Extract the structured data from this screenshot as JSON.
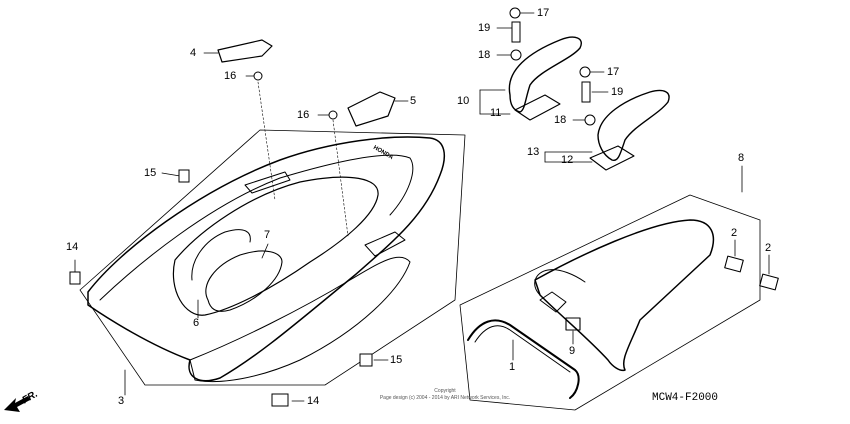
{
  "callouts": [
    {
      "id": "c4",
      "text": "4"
    },
    {
      "id": "c16a",
      "text": "16"
    },
    {
      "id": "c16b",
      "text": "16"
    },
    {
      "id": "c5",
      "text": "5"
    },
    {
      "id": "c15a",
      "text": "15"
    },
    {
      "id": "c14a",
      "text": "14"
    },
    {
      "id": "c7",
      "text": "7"
    },
    {
      "id": "c6",
      "text": "6"
    },
    {
      "id": "c3",
      "text": "3"
    },
    {
      "id": "c15b",
      "text": "15"
    },
    {
      "id": "c14b",
      "text": "14"
    },
    {
      "id": "c17a",
      "text": "17"
    },
    {
      "id": "c19a",
      "text": "19"
    },
    {
      "id": "c18a",
      "text": "18"
    },
    {
      "id": "c10",
      "text": "10"
    },
    {
      "id": "c11",
      "text": "11"
    },
    {
      "id": "c17b",
      "text": "17"
    },
    {
      "id": "c19b",
      "text": "19"
    },
    {
      "id": "c18b",
      "text": "18"
    },
    {
      "id": "c13",
      "text": "13"
    },
    {
      "id": "c12",
      "text": "12"
    },
    {
      "id": "c8",
      "text": "8"
    },
    {
      "id": "c2a",
      "text": "2"
    },
    {
      "id": "c2b",
      "text": "2"
    },
    {
      "id": "c9",
      "text": "9"
    },
    {
      "id": "c1",
      "text": "1"
    }
  ],
  "diagram_code": "MCW4-F2000",
  "front_marker": "FR.",
  "copyright": {
    "line1": "Copyright",
    "line2": "Page design (c) 2004 - 2014 by ARI Network Services, Inc."
  },
  "cowl_text": "HONDA"
}
